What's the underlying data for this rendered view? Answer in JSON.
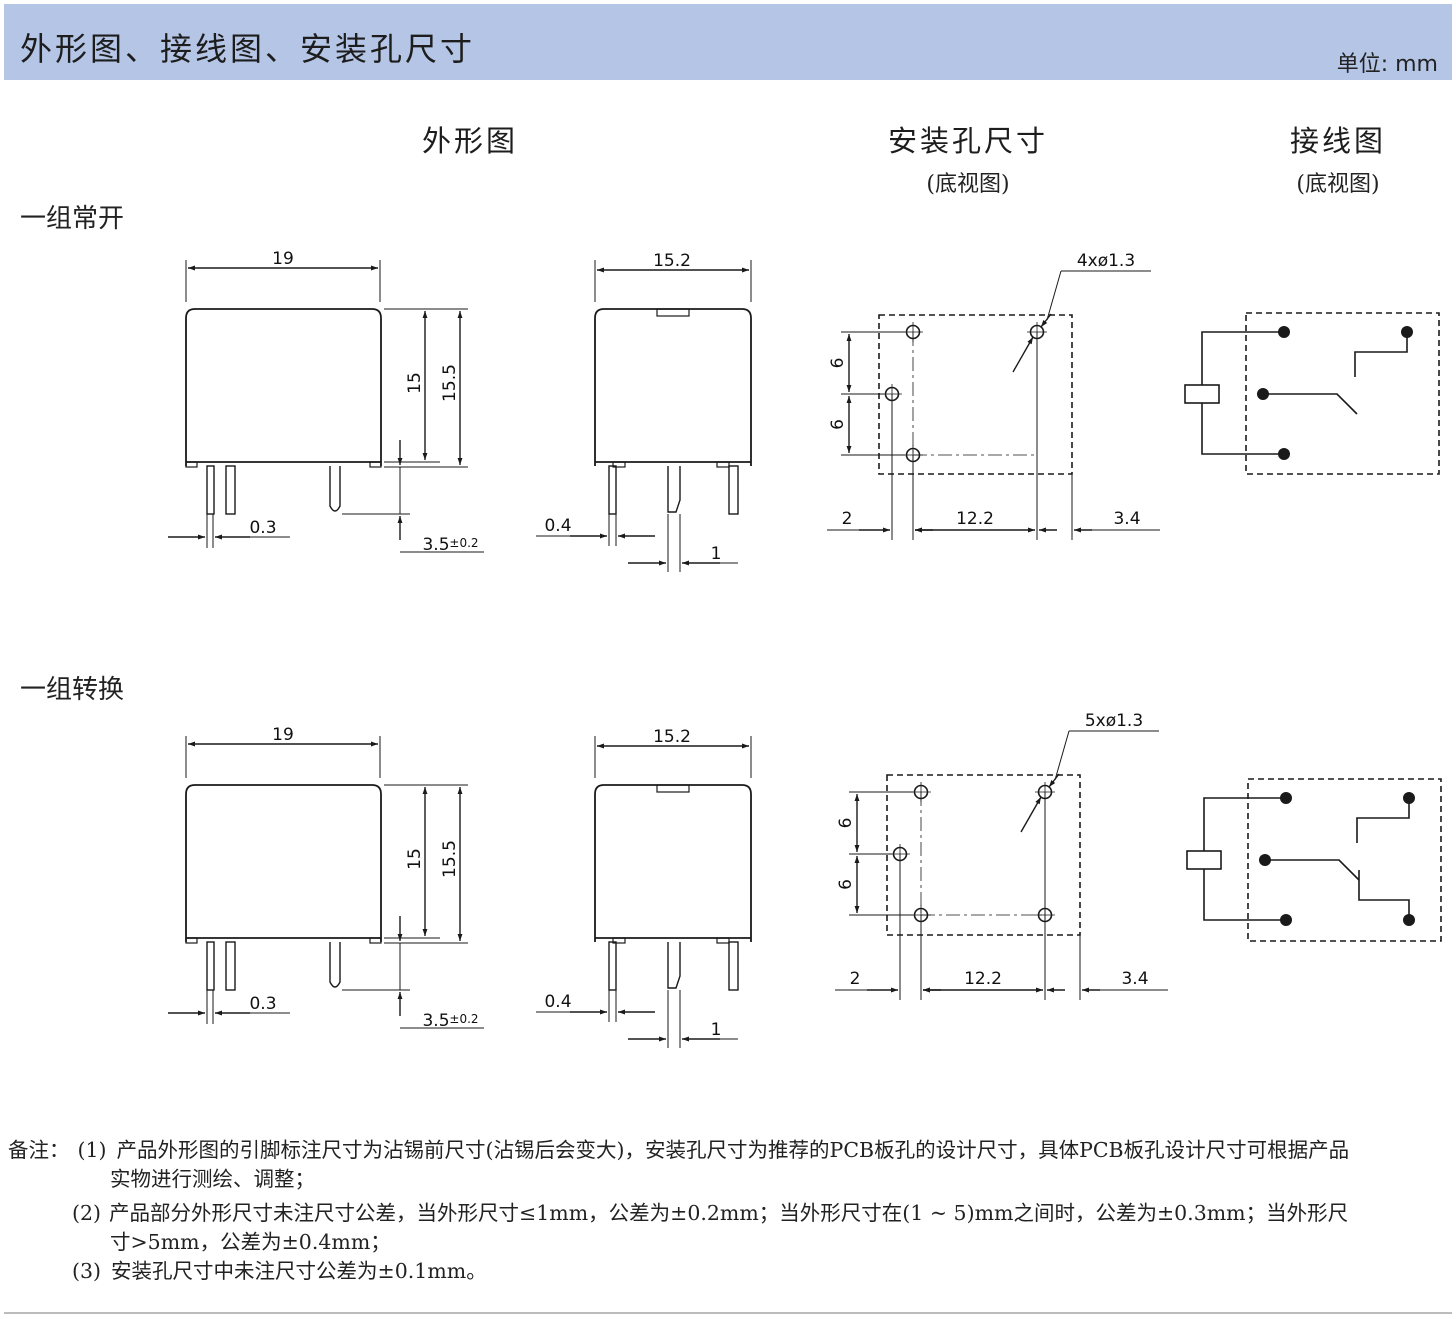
{
  "header": {
    "title": "外形图、接线图、安装孔尺寸",
    "unit": "单位: mm"
  },
  "columns": {
    "outline": "外形图",
    "mounting": "安装孔尺寸",
    "mounting_sub": "(底视图)",
    "wiring": "接线图",
    "wiring_sub": "(底视图)"
  },
  "groups": [
    {
      "label": "一组常开",
      "front": {
        "width": "19",
        "h1": "15",
        "h2": "15.5",
        "pin": "0.3",
        "pin_len": "3.5",
        "pin_len_tol": "±0.2"
      },
      "side": {
        "width": "15.2",
        "pin": "0.4",
        "pin_w": "1"
      },
      "holes": {
        "spec": "4xø1.3",
        "pitch_a": "6",
        "pitch_b": "6",
        "x1": "2",
        "x2": "12.2",
        "x3": "3.4"
      }
    },
    {
      "label": "一组转换",
      "front": {
        "width": "19",
        "h1": "15",
        "h2": "15.5",
        "pin": "0.3",
        "pin_len": "3.5",
        "pin_len_tol": "±0.2"
      },
      "side": {
        "width": "15.2",
        "pin": "0.4",
        "pin_w": "1"
      },
      "holes": {
        "spec": "5xø1.3",
        "pitch_a": "6",
        "pitch_b": "6",
        "x1": "2",
        "x2": "12.2",
        "x3": "3.4"
      }
    }
  ],
  "notes": {
    "prefix": "备注：",
    "n1_num": "(1)",
    "n1_line1": "产品外形图的引脚标注尺寸为沾锡前尺寸(沾锡后会变大)，安装孔尺寸为推荐的PCB板孔的设计尺寸，具体PCB板孔设计尺寸可根据产品",
    "n1_line2": "实物进行测绘、调整；",
    "n2_num": "(2)",
    "n2_line1": "产品部分外形尺寸未注尺寸公差，当外形尺寸≤1mm，公差为±0.2mm；当外形尺寸在(1 ~ 5)mm之间时，公差为±0.3mm；当外形尺",
    "n2_line2": "寸>5mm，公差为±0.4mm；",
    "n3_num": "(3)",
    "n3_line1": "安装孔尺寸中未注尺寸公差为±0.1mm。"
  },
  "colors": {
    "header_bg": "#b4c5e6",
    "line": "#1a1a1a"
  }
}
